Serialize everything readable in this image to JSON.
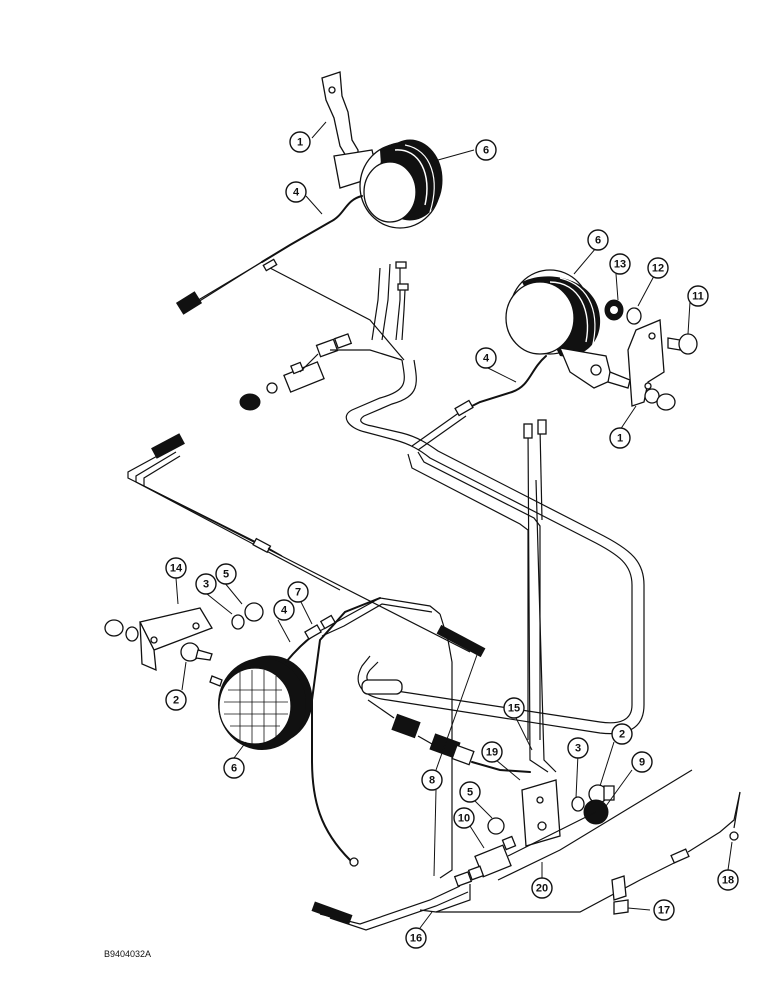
{
  "figure": {
    "id": "B9404032A"
  },
  "callouts": [
    {
      "label": "1"
    },
    {
      "label": "4"
    },
    {
      "label": "6"
    },
    {
      "label": "6"
    },
    {
      "label": "13"
    },
    {
      "label": "12"
    },
    {
      "label": "11"
    },
    {
      "label": "4"
    },
    {
      "label": "1"
    },
    {
      "label": "14"
    },
    {
      "label": "3"
    },
    {
      "label": "5"
    },
    {
      "label": "7"
    },
    {
      "label": "4"
    },
    {
      "label": "2"
    },
    {
      "label": "6"
    },
    {
      "label": "8"
    },
    {
      "label": "15"
    },
    {
      "label": "19"
    },
    {
      "label": "3"
    },
    {
      "label": "2"
    },
    {
      "label": "9"
    },
    {
      "label": "5"
    },
    {
      "label": "10"
    },
    {
      "label": "20"
    },
    {
      "label": "18"
    },
    {
      "label": "17"
    },
    {
      "label": "16"
    }
  ]
}
